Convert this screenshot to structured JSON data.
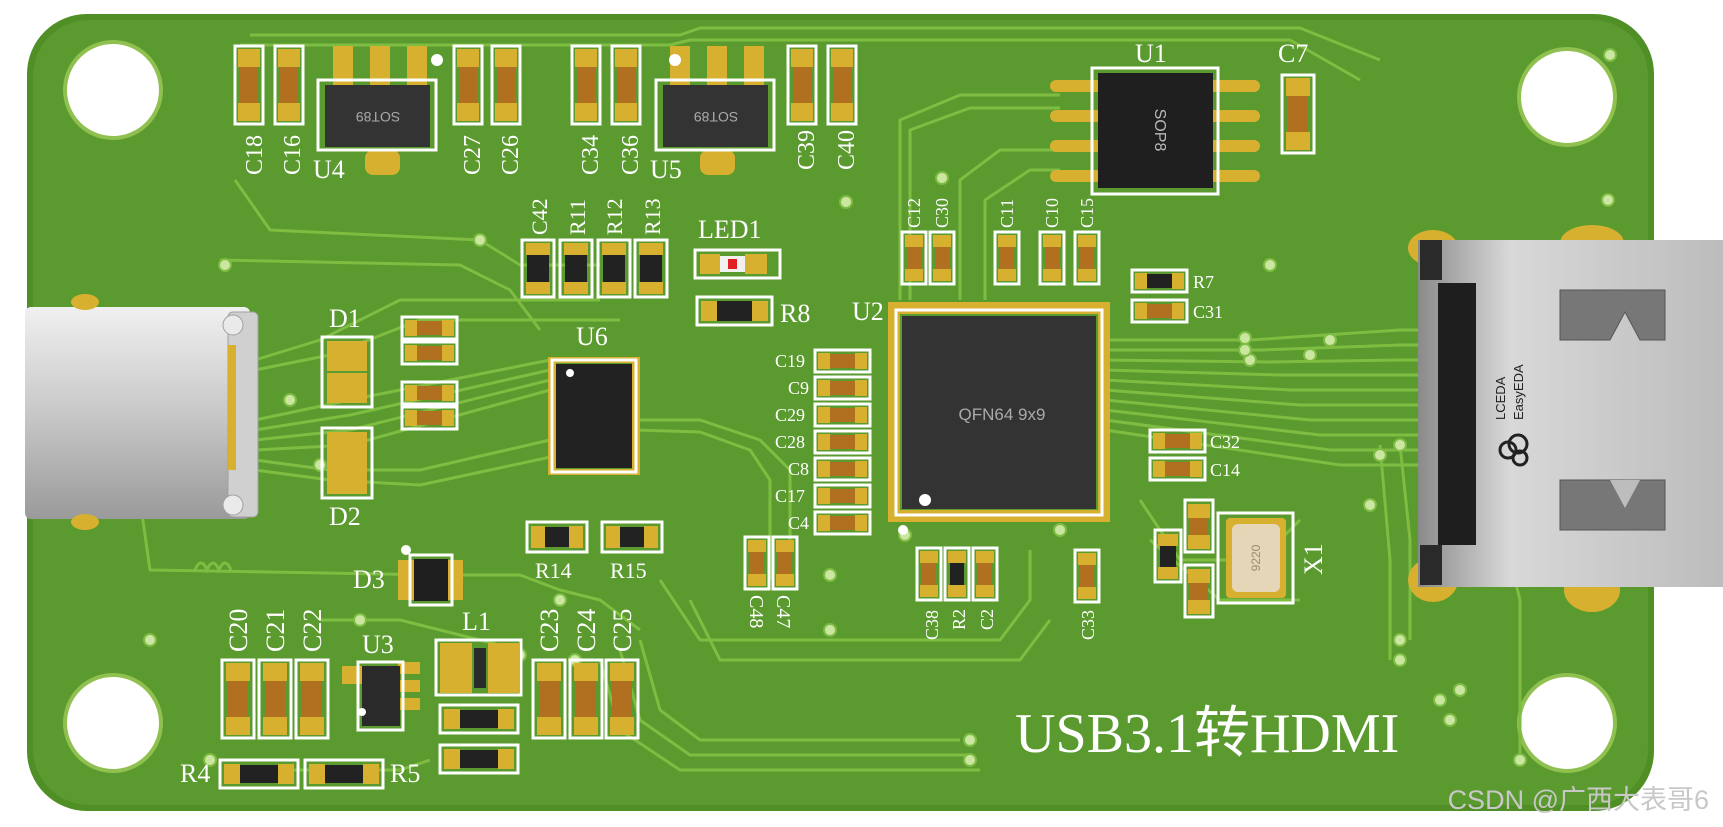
{
  "board": {
    "title": "USB3.1转HDMI",
    "pcb_color": "#5a9a2e",
    "trace_color": "#7fbf3f",
    "pad_color": "#d8b030",
    "silk_color": "#ffffff"
  },
  "labels": {
    "u1": "U1",
    "u2": "U2",
    "u3": "U3",
    "u4": "U4",
    "u5": "U5",
    "u6": "U6",
    "d1": "D1",
    "d2": "D2",
    "d3": "D3",
    "l1": "L1",
    "x1": "X1",
    "led1": "LED1",
    "c7": "C7",
    "c18": "C18",
    "c16": "C16",
    "c27": "C27",
    "c26": "C26",
    "c34": "C34",
    "c36": "C36",
    "c39": "C39",
    "c40": "C40",
    "c42": "C42",
    "r11": "R11",
    "r12": "R12",
    "r13": "R13",
    "c12": "C12",
    "c30": "C30",
    "c11": "C11",
    "c10": "C10",
    "c15": "C15",
    "r7": "R7",
    "c31": "C31",
    "r8": "R8",
    "c19": "C19",
    "c9": "C9",
    "c29": "C29",
    "c28": "C28",
    "c8": "C8",
    "c17": "C17",
    "c4": "C4",
    "c32": "C32",
    "c14": "C14",
    "c48": "C48",
    "c47": "C47",
    "c38": "C38",
    "r2": "R2",
    "c2": "C2",
    "c33": "C33",
    "r14": "R14",
    "r15": "R15",
    "c20": "C20",
    "c21": "C21",
    "c22": "C22",
    "c23": "C23",
    "c24": "C24",
    "c25": "C25",
    "r4": "R4",
    "r5": "R5"
  },
  "chips": {
    "u1_marking": "SOP8",
    "u2_marking": "QFN64 9x9",
    "u4_marking": "SOT89",
    "u5_marking": "SOT89",
    "x1_marking": "9220"
  },
  "hdmi_brand": {
    "line1": "LCEDA",
    "line2": "EasyEDA"
  },
  "watermark": "CSDN @广西大表哥6"
}
